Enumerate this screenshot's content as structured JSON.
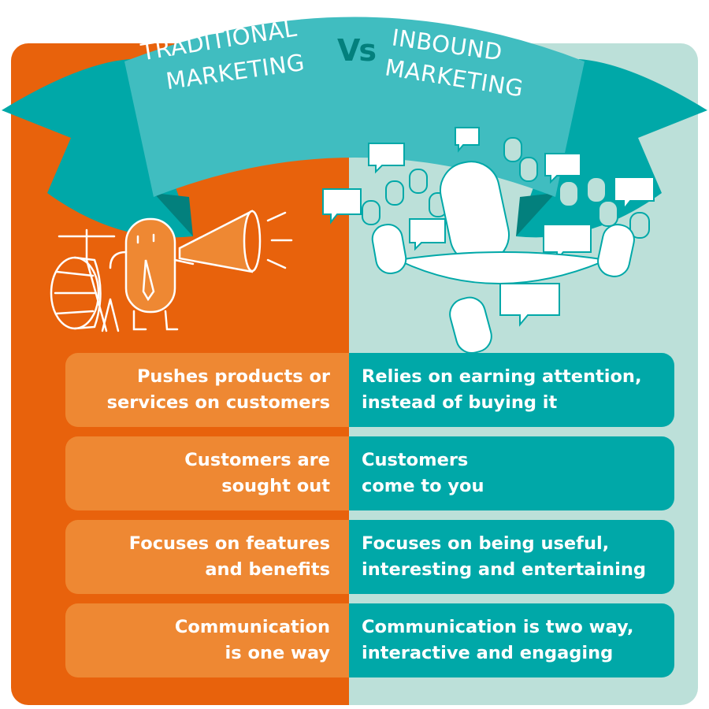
{
  "banner": {
    "left_line1": "TRADITIONAL",
    "left_line2": "MARKETING",
    "vs": "Vs",
    "right_line1": "INBOUND",
    "right_line2": "MARKETING"
  },
  "colors": {
    "orange": "#E8620C",
    "orange_light": "#EE8833",
    "teal": "#00A8A8",
    "teal_banner": "#40BDC0",
    "mint": "#BCE0D9"
  },
  "rows": [
    {
      "traditional_1": "Pushes products or",
      "traditional_2": "services on customers",
      "inbound_1": "Relies on earning attention,",
      "inbound_2": "instead of buying it"
    },
    {
      "traditional_1": "Customers are",
      "traditional_2": "sought out",
      "inbound_1": "Customers",
      "inbound_2": "come to you"
    },
    {
      "traditional_1": "Focuses on features",
      "traditional_2": "and benefits",
      "inbound_1": "Focuses on being useful,",
      "inbound_2": "interesting and entertaining"
    },
    {
      "traditional_1": "Communication",
      "traditional_2": "is one way",
      "inbound_1": "Communication is two way,",
      "inbound_2": "interactive and engaging"
    }
  ]
}
